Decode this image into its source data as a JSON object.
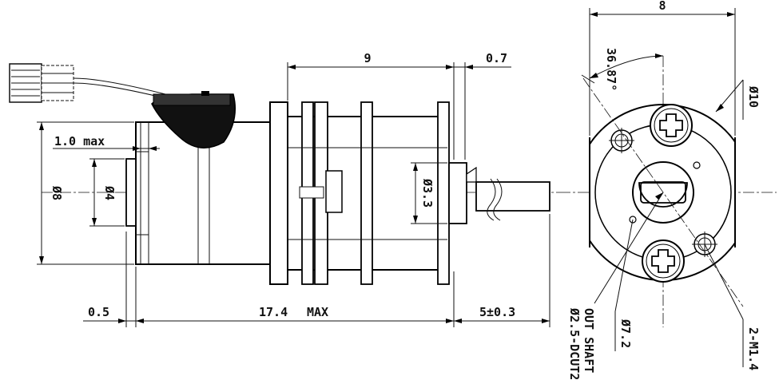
{
  "side_view": {
    "dim_length_total": "17.4",
    "dim_length_max_suffix": "MAX",
    "dim_flange_gap": "0.5",
    "dim_shaft_length": "5±0.3",
    "dim_gearbox_length": "9",
    "dim_shaft_step": "0.7",
    "dim_body_diameter": "Ø8",
    "dim_boss_diameter": "Ø4",
    "dim_cap_max": "1.0 max",
    "dim_boss_33": "Ø3.3"
  },
  "end_view": {
    "dim_width": "8",
    "dim_angle": "36.87°",
    "dim_outer_diameter": "Ø10",
    "dim_pitch_diameter": "Ø7.2",
    "label_screw": "2-M1.4",
    "label_shaft_line1": "OUT SHAFT",
    "label_shaft_line2": "Ø2.5-DCUT2"
  }
}
